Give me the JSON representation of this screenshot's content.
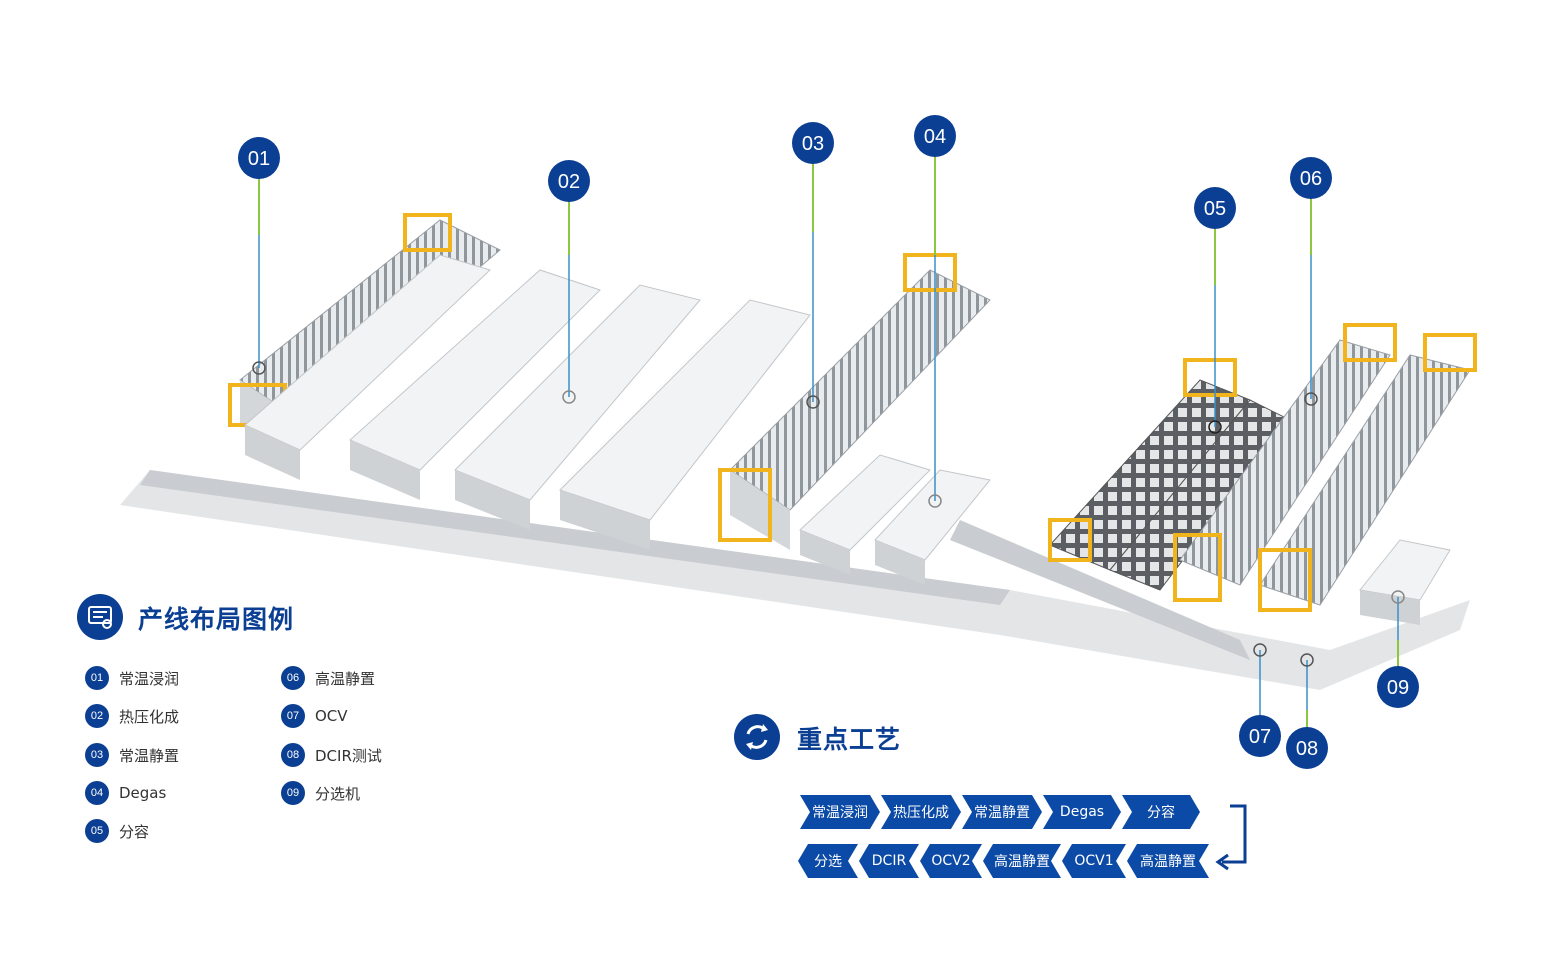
{
  "legend": {
    "title": "产线布局图例",
    "items": [
      {
        "num": "01",
        "label": "常温浸润"
      },
      {
        "num": "02",
        "label": "热压化成"
      },
      {
        "num": "03",
        "label": "常温静置"
      },
      {
        "num": "04",
        "label": "Degas"
      },
      {
        "num": "05",
        "label": "分容"
      },
      {
        "num": "06",
        "label": "高温静置"
      },
      {
        "num": "07",
        "label": "OCV"
      },
      {
        "num": "08",
        "label": "DCIR测试"
      },
      {
        "num": "09",
        "label": "分选机"
      }
    ]
  },
  "process": {
    "title": "重点工艺",
    "row1": [
      "常温浸润",
      "热压化成",
      "常温静置",
      "Degas",
      "分容"
    ],
    "row2": [
      "分选",
      "DCIR",
      "OCV2",
      "高温静置",
      "OCV1",
      "高温静置"
    ]
  },
  "markers": [
    "01",
    "02",
    "03",
    "04",
    "05",
    "06",
    "07",
    "08",
    "09"
  ],
  "colors": {
    "primary": "#0b3f93",
    "step_fill": "#0b4aa6",
    "leader_green": "#8dc63f",
    "leader_blue": "#3b8fc9",
    "rack_yellow": "#f2b41c"
  }
}
